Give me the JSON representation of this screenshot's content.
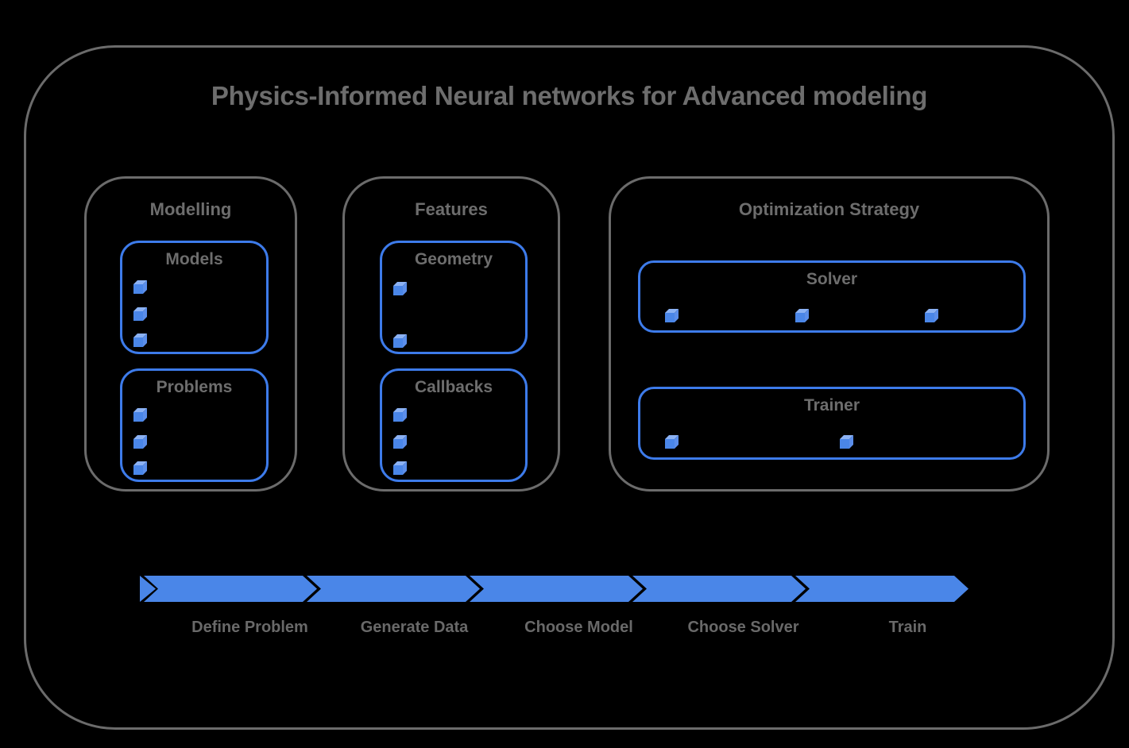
{
  "title": "Physics-Informed Neural networks for Advanced modeling",
  "groups": {
    "modelling": {
      "label": "Modelling",
      "boxes": {
        "models": {
          "label": "Models",
          "bullets": 3
        },
        "problems": {
          "label": "Problems",
          "bullets": 3
        }
      }
    },
    "features": {
      "label": "Features",
      "boxes": {
        "geometry": {
          "label": "Geometry",
          "bullets": 2
        },
        "callbacks": {
          "label": "Callbacks",
          "bullets": 3
        }
      }
    },
    "optimization": {
      "label": "Optimization Strategy",
      "boxes": {
        "solver": {
          "label": "Solver",
          "bullets": 3
        },
        "trainer": {
          "label": "Trainer",
          "bullets": 2
        }
      }
    }
  },
  "flow": {
    "steps": [
      "Define Problem",
      "Generate Data",
      "Choose Model",
      "Choose Solver",
      "Train"
    ]
  },
  "colors": {
    "accent_blue": "#4a86e8",
    "box_border_blue": "#3d7bea",
    "cube_top_blue": "#8cb2f4",
    "cube_side_blue": "#5b8eea",
    "border_gray": "#6b6b6b",
    "text_gray": "#6d6d6d",
    "background": "#000000"
  }
}
